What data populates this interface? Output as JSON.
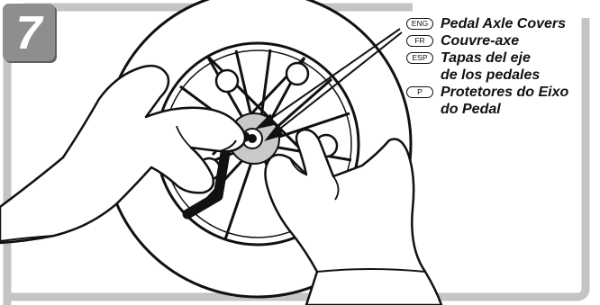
{
  "step": {
    "number": "7"
  },
  "labels": [
    {
      "lang": "ENG",
      "lines": [
        "Pedal Axle Covers"
      ]
    },
    {
      "lang": "FR",
      "lines": [
        "Couvre-axe"
      ]
    },
    {
      "lang": "ESP",
      "lines": [
        "Tapas del eje",
        "de los pedales"
      ]
    },
    {
      "lang": "P",
      "lines": [
        "Protetores do Eixo",
        "do Pedal"
      ]
    }
  ],
  "colors": {
    "frame": "#c4c4c4",
    "badge": "#8e8e8e",
    "ink": "#111111"
  }
}
